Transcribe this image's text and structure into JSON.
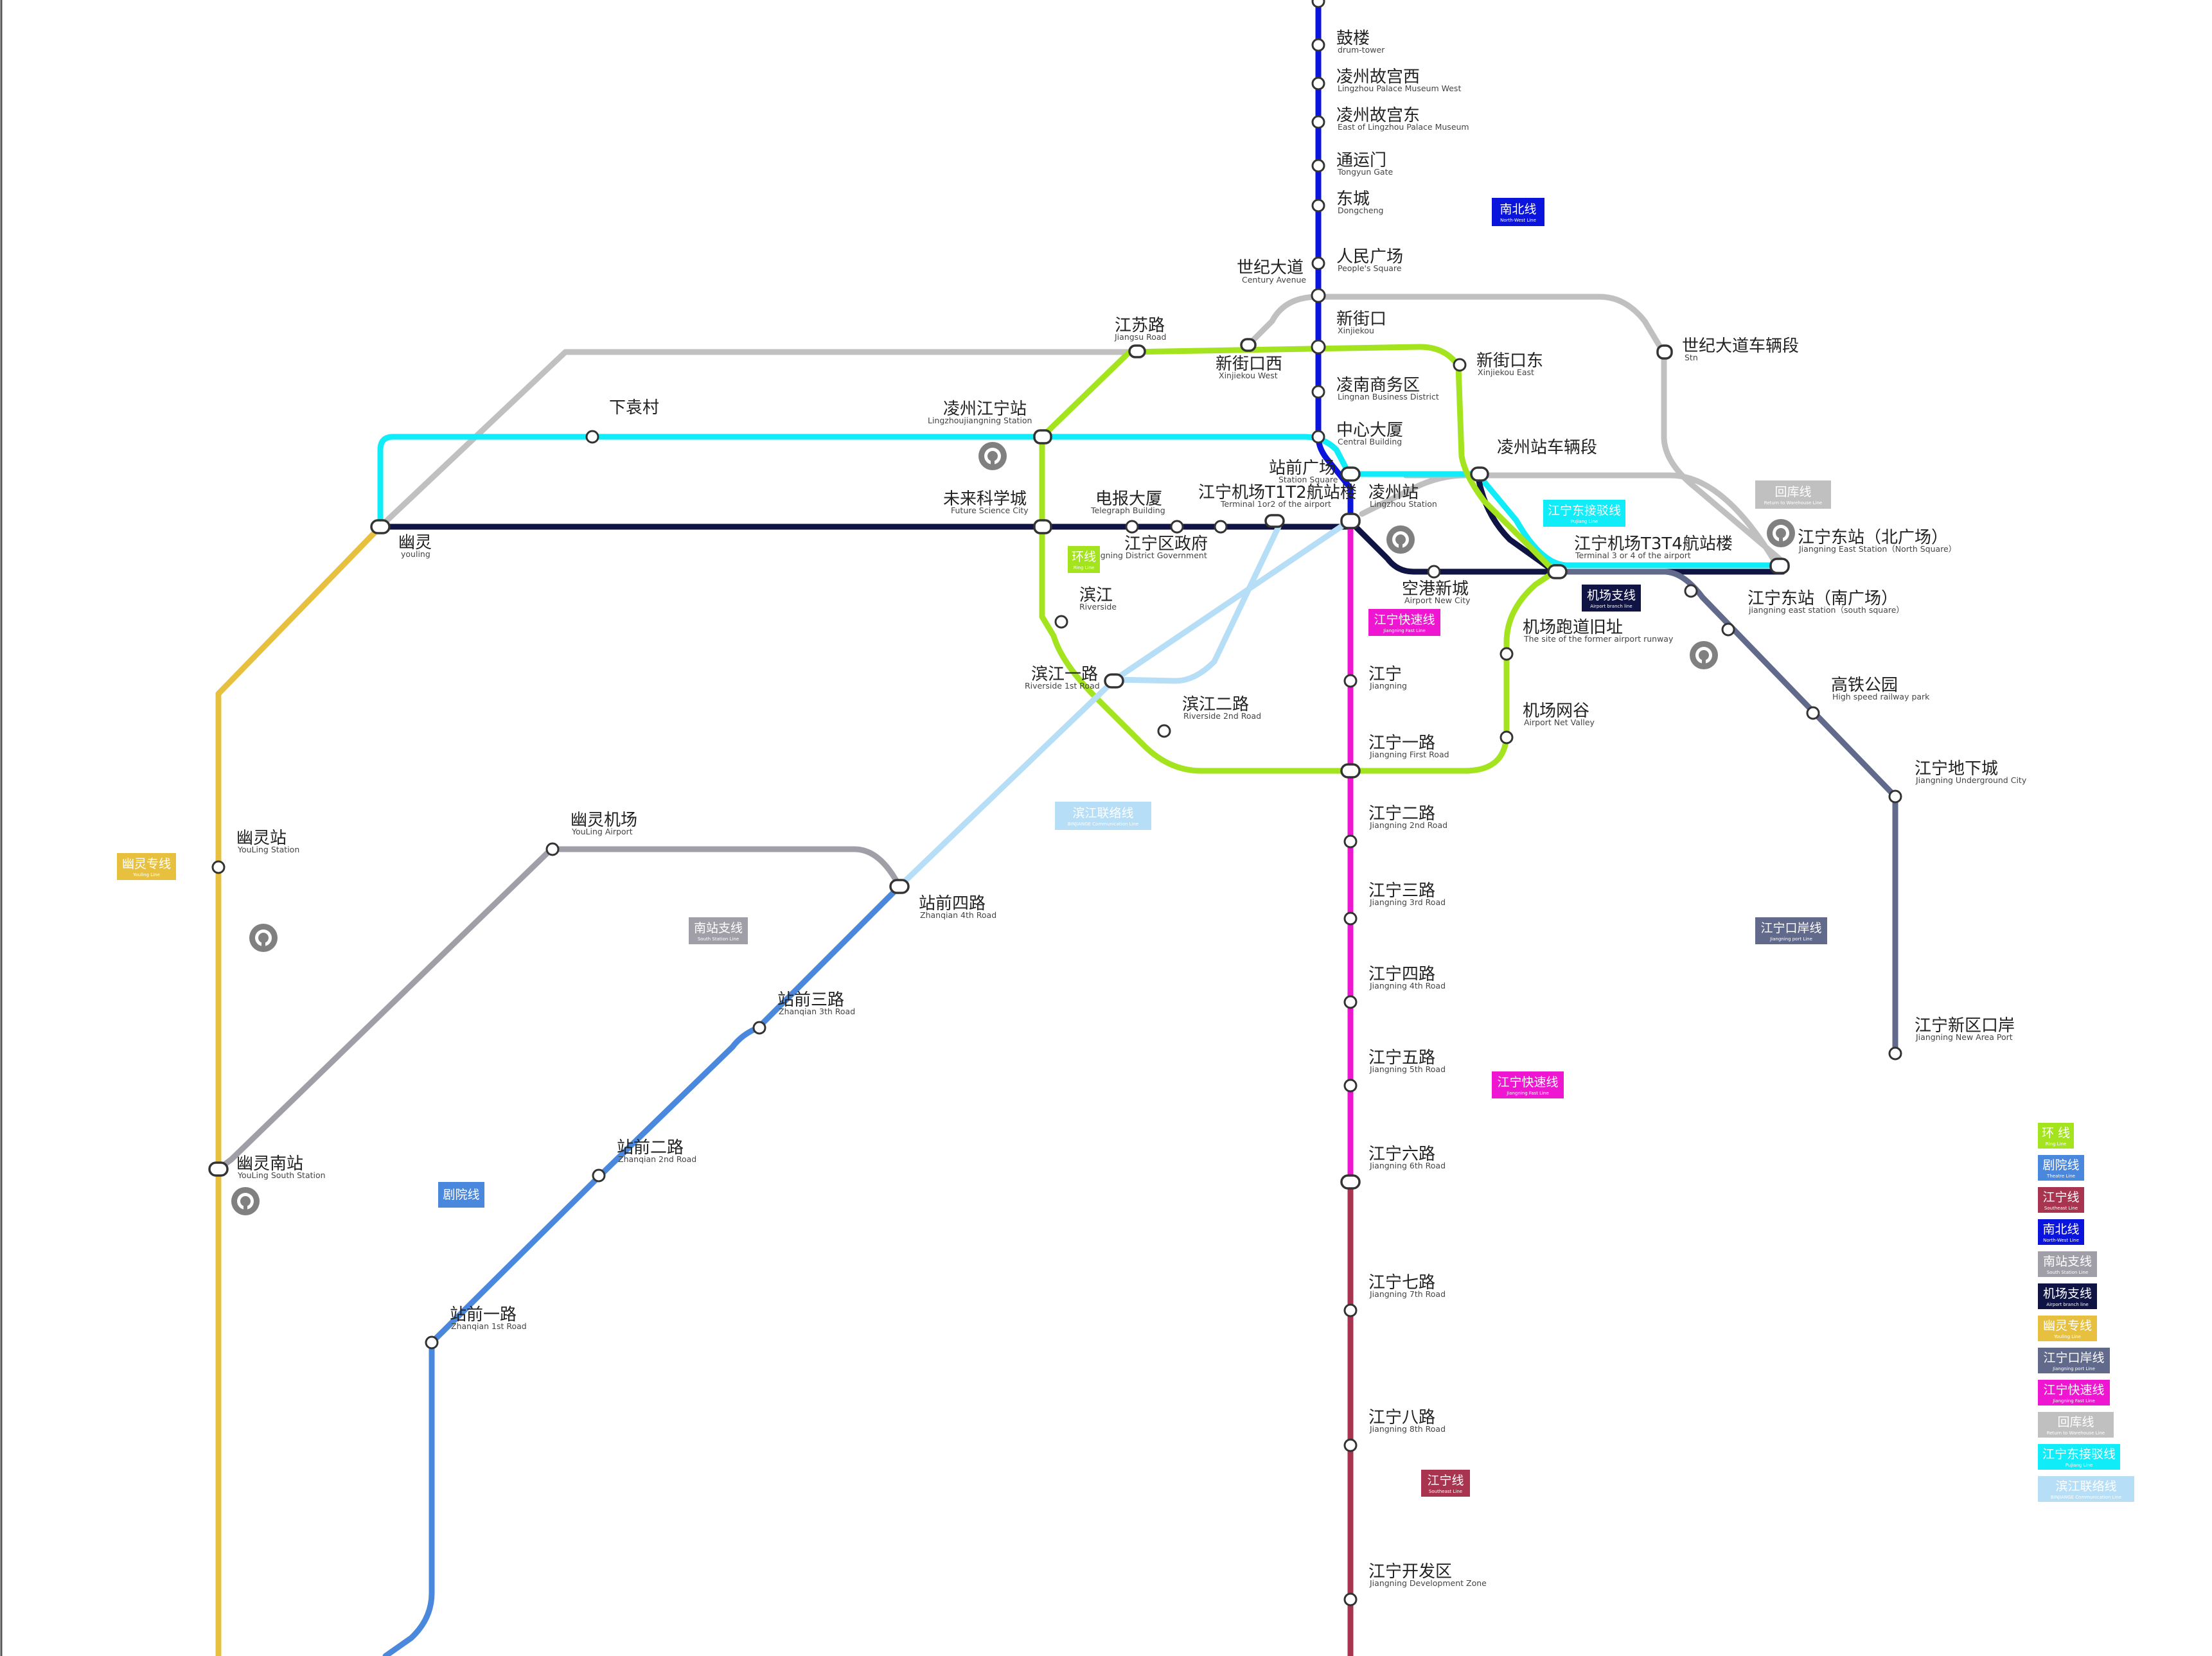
{
  "colors": {
    "ring": "#a3e41e",
    "theatre": "#4a88de",
    "jiangning": "#a8344f",
    "north_south": "#0a14dc",
    "south_station": "#a09fa8",
    "airport_branch": "#101444",
    "youling": "#e8c040",
    "jiangning_port": "#626a8c",
    "jiangning_fast": "#ee16d0",
    "return_depot": "#c0c0c0",
    "pujiang": "#10ecf8",
    "binjiang_link": "#b6def6"
  },
  "legend": [
    {
      "zh": "环 线",
      "en": "Ring Line",
      "color": "#a3e41e"
    },
    {
      "zh": "剧院线",
      "en": "Theatre Line",
      "color": "#4a88de"
    },
    {
      "zh": "江宁线",
      "en": "Southeast Line",
      "color": "#a8344f"
    },
    {
      "zh": "南北线",
      "en": "North-West Line",
      "color": "#0a14dc"
    },
    {
      "zh": "南站支线",
      "en": "South Station Line",
      "color": "#a09fa8"
    },
    {
      "zh": "机场支线",
      "en": "Airport branch line",
      "color": "#101444"
    },
    {
      "zh": "幽灵专线",
      "en": "Youling Line",
      "color": "#e8c040"
    },
    {
      "zh": "江宁口岸线",
      "en": "Jiangning port Line",
      "color": "#626a8c"
    },
    {
      "zh": "江宁快速线",
      "en": "Jiangning Fast Line",
      "color": "#ee16d0"
    },
    {
      "zh": "回库线",
      "en": "Return to Warehouse Line",
      "color": "#c0c0c0"
    },
    {
      "zh": "江宁东接驳线",
      "en": "Pujiang Line",
      "color": "#10ecf8"
    },
    {
      "zh": "滨江联络线",
      "en": "BINJIANGE Communication Line",
      "color": "#b6def6"
    }
  ],
  "line_tags": [
    {
      "zh": "南北线",
      "en": "North-West Line",
      "color": "#0a14dc"
    },
    {
      "zh": "回库线",
      "en": "Return to Warehouse Line",
      "color": "#c0c0c0"
    },
    {
      "zh": "江宁东接驳线",
      "en": "Pujiang Line",
      "color": "#10ecf8"
    },
    {
      "zh": "机场支线",
      "en": "Airport branch line",
      "color": "#101444"
    },
    {
      "zh": "环线",
      "en": "Ring Line",
      "color": "#a3e41e"
    },
    {
      "zh": "江宁快速线",
      "en": "Jiangning Fast Line",
      "color": "#ee16d0"
    },
    {
      "zh": "滨江联络线",
      "en": "BINJIANGE Communication Line",
      "color": "#b6def6"
    },
    {
      "zh": "南站支线",
      "en": "South Station Line",
      "color": "#a09fa8"
    },
    {
      "zh": "江宁口岸线",
      "en": "Jiangning port Line",
      "color": "#626a8c"
    },
    {
      "zh": "幽灵专线",
      "en": "Youling Line",
      "color": "#e8c040"
    },
    {
      "zh": "江宁快速线",
      "en": "Jiangning Fast Line",
      "color": "#ee16d0"
    },
    {
      "zh": "剧院线",
      "en": "Theatre Line",
      "color": "#4a88de"
    },
    {
      "zh": "江宁线",
      "en": "Southeast Line",
      "color": "#a8344f"
    }
  ],
  "stations": [
    {
      "zh": "鼓楼",
      "en": "drum-tower"
    },
    {
      "zh": "凌州故宫西",
      "en": "Lingzhou Palace Museum West"
    },
    {
      "zh": "凌州故宫东",
      "en": "East of Lingzhou Palace Museum"
    },
    {
      "zh": "通运门",
      "en": "Tongyun Gate"
    },
    {
      "zh": "东城",
      "en": "Dongcheng"
    },
    {
      "zh": "人民广场",
      "en": "People's Square"
    },
    {
      "zh": "世纪大道",
      "en": "Century Avenue"
    },
    {
      "zh": "新街口",
      "en": "Xinjiekou"
    },
    {
      "zh": "江苏路",
      "en": "Jiangsu Road"
    },
    {
      "zh": "新街口西",
      "en": "Xinjiekou West"
    },
    {
      "zh": "新街口东",
      "en": "Xinjiekou East"
    },
    {
      "zh": "世纪大道车辆段",
      "en": "Stn"
    },
    {
      "zh": "凌南商务区",
      "en": "Lingnan Business District"
    },
    {
      "zh": "下袁村",
      "en": ""
    },
    {
      "zh": "凌州江宁站",
      "en": "Lingzhoujiangning Station"
    },
    {
      "zh": "中心大厦",
      "en": "Central Building"
    },
    {
      "zh": "凌州站车辆段",
      "en": ""
    },
    {
      "zh": "站前广场",
      "en": "Station Square"
    },
    {
      "zh": "凌州站",
      "en": "Lingzhou Station"
    },
    {
      "zh": "江宁机场T1T2航站楼",
      "en": "Terminal 1or2 of the airport"
    },
    {
      "zh": "未来科学城",
      "en": "Future Science City"
    },
    {
      "zh": "电报大厦",
      "en": "Telegraph Building"
    },
    {
      "zh": "幽灵",
      "en": "youling"
    },
    {
      "zh": "江宁区政府",
      "en": "Jiangning District Government"
    },
    {
      "zh": "江宁机场T3T4航站楼",
      "en": "Terminal 3 or 4 of the airport"
    },
    {
      "zh": "江宁东站（北广场）",
      "en": "Jiangning East Station（North Square）"
    },
    {
      "zh": "空港新城",
      "en": "Airport New City"
    },
    {
      "zh": "滨江",
      "en": "Riverside"
    },
    {
      "zh": "江宁东站（南广场）",
      "en": "jiangning east station（south square）"
    },
    {
      "zh": "机场跑道旧址",
      "en": "The site of the former airport runway"
    },
    {
      "zh": "江宁",
      "en": "Jiangning"
    },
    {
      "zh": "滨江一路",
      "en": "Riverside 1st Road"
    },
    {
      "zh": "高铁公园",
      "en": "High speed railway park"
    },
    {
      "zh": "滨江二路",
      "en": "Riverside 2nd Road"
    },
    {
      "zh": "机场网谷",
      "en": "Airport Net Valley"
    },
    {
      "zh": "江宁一路",
      "en": "Jiangning First Road"
    },
    {
      "zh": "江宁地下城",
      "en": "Jiangning Underground City"
    },
    {
      "zh": "江宁二路",
      "en": "Jiangning 2nd Road"
    },
    {
      "zh": "幽灵机场",
      "en": "YouLing Airport"
    },
    {
      "zh": "幽灵站",
      "en": "YouLing Station"
    },
    {
      "zh": "站前四路",
      "en": "Zhanqian 4th Road"
    },
    {
      "zh": "江宁三路",
      "en": "Jiangning 3rd Road"
    },
    {
      "zh": "江宁四路",
      "en": "Jiangning 4th Road"
    },
    {
      "zh": "站前三路",
      "en": "Zhanqian 3th Road"
    },
    {
      "zh": "江宁新区口岸",
      "en": "Jiangning New Area Port"
    },
    {
      "zh": "江宁五路",
      "en": "Jiangning 5th Road"
    },
    {
      "zh": "站前二路",
      "en": "Zhanqian 2nd Road"
    },
    {
      "zh": "江宁六路",
      "en": "Jiangning 6th Road"
    },
    {
      "zh": "幽灵南站",
      "en": "YouLing South Station"
    },
    {
      "zh": "站前一路",
      "en": "Zhanqian 1st Road"
    },
    {
      "zh": "江宁七路",
      "en": "Jiangning 7th Road"
    },
    {
      "zh": "江宁八路",
      "en": "Jiangning 8th Road"
    },
    {
      "zh": "江宁开发区",
      "en": "Jiangning Development Zone"
    }
  ],
  "icons": [
    "railway-station-icon"
  ]
}
